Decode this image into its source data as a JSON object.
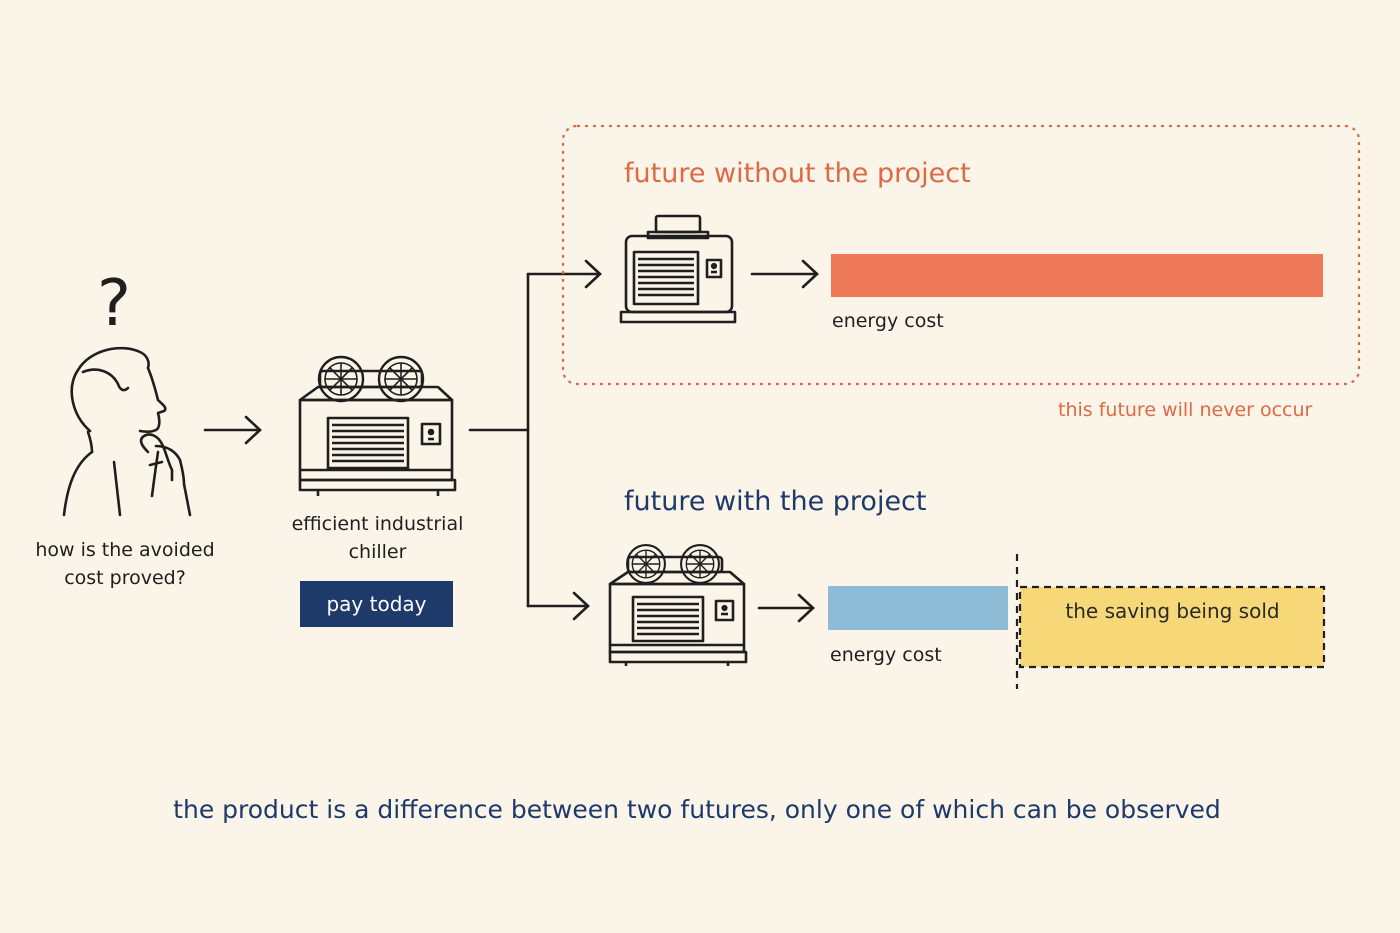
{
  "person": {
    "question_mark": "?",
    "caption": "how is the avoided cost proved?"
  },
  "chiller": {
    "caption": "efficient industrial chiller",
    "pay_label": "pay today"
  },
  "future_without": {
    "title": "future without the project",
    "bar_label": "energy cost",
    "note": "this future will never occur"
  },
  "future_with": {
    "title": "future with the project",
    "bar_label": "energy cost",
    "saving_label": "the saving being sold"
  },
  "footer": "the product is a difference between two futures, only one of which can be observed",
  "colors": {
    "background": "#fbf4e9",
    "accent_orange": "#dd6a45",
    "bar_orange": "#ee7a5a",
    "navy": "#1d3a6b",
    "bar_blue": "#8ebcd6",
    "saving_yellow": "#f6d878",
    "ink": "#1f1f1f"
  },
  "icons": [
    "question-mark-icon",
    "thinking-person-icon",
    "arrow-right-icon",
    "chiller-icon",
    "old-chiller-icon"
  ]
}
